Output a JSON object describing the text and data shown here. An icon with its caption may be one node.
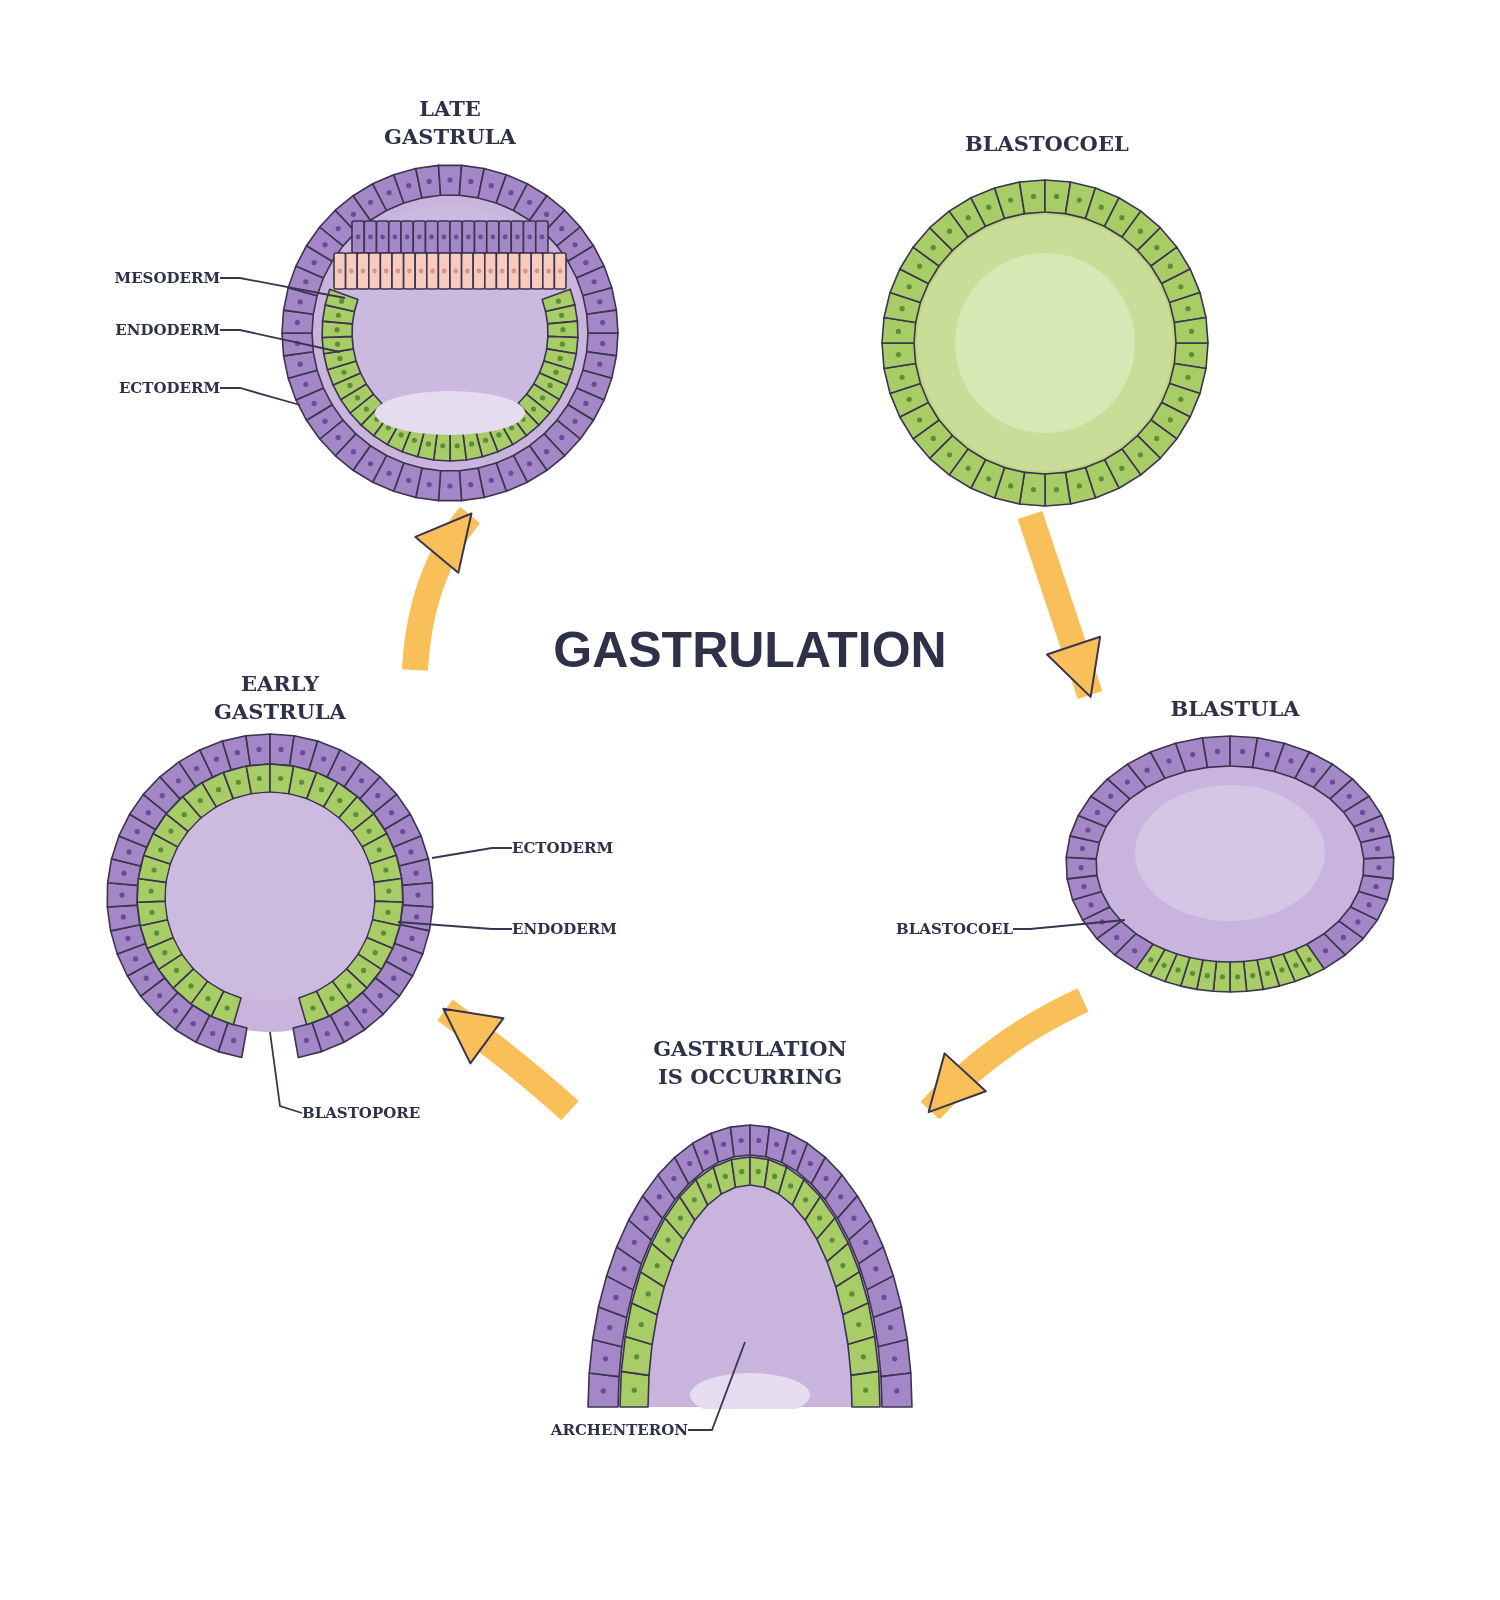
{
  "diagram": {
    "title": "GASTRULATION",
    "nodes": [
      {
        "text": [
          "LATE GASTRULA"
        ]
      },
      {
        "text": [
          "BLASTOCOEL"
        ]
      },
      {
        "text": [
          "BLASTULA"
        ]
      },
      {
        "text": [
          "GASTRULATION IS OCCURRING"
        ]
      },
      {
        "text": [
          "EARLY GASTRULA"
        ]
      },
      {
        "text": [
          "MESODERM"
        ]
      },
      {
        "text": [
          "ENDODERM"
        ]
      },
      {
        "text": [
          "ECTODERM"
        ]
      },
      {
        "text": [
          "ECTODERM"
        ]
      },
      {
        "text": [
          "ENDODERM"
        ]
      },
      {
        "text": [
          "BLASTOPORE"
        ]
      },
      {
        "text": [
          "BLASTOCOEL"
        ]
      },
      {
        "text": [
          "ARCHENTERON"
        ]
      }
    ],
    "edges": [
      {
        "from": 1,
        "to": 2,
        "arrow": "to",
        "style": "thick",
        "color": "#f9c05a"
      },
      {
        "from": 2,
        "to": 3,
        "arrow": "to",
        "style": "thick",
        "color": "#f9c05a"
      },
      {
        "from": 3,
        "to": 4,
        "arrow": "to",
        "style": "thick",
        "color": "#f9c05a"
      },
      {
        "from": 4,
        "to": 0,
        "arrow": "to",
        "style": "thick",
        "color": "#f9c05a"
      },
      {
        "from": 5,
        "to": 0,
        "arrow": "none"
      },
      {
        "from": 6,
        "to": 0,
        "arrow": "none"
      },
      {
        "from": 7,
        "to": 0,
        "arrow": "none"
      },
      {
        "from": 8,
        "to": 4,
        "arrow": "none"
      },
      {
        "from": 9,
        "to": 4,
        "arrow": "none"
      },
      {
        "from": 10,
        "to": 4,
        "arrow": "none"
      },
      {
        "from": 11,
        "to": 2,
        "arrow": "none"
      },
      {
        "from": 12,
        "to": 3,
        "arrow": "none"
      }
    ]
  }
}
